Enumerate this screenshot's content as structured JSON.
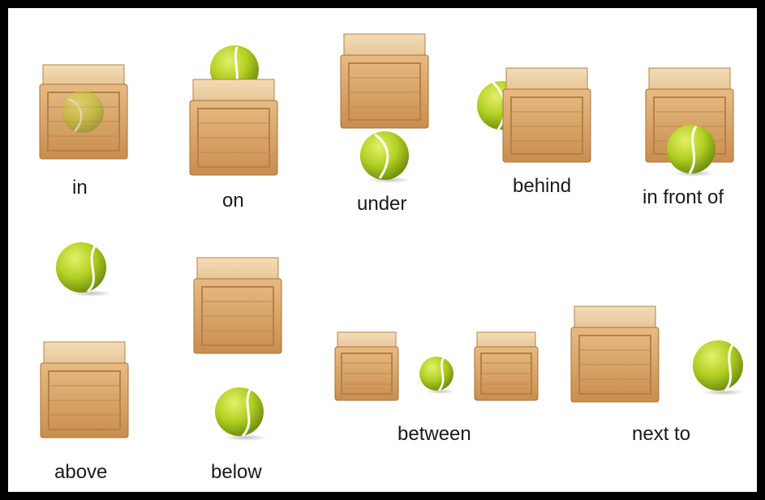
{
  "labels": {
    "in": "in",
    "on": "on",
    "under": "under",
    "behind": "behind",
    "in_front_of": "in front of",
    "above": "above",
    "below": "below",
    "between": "between",
    "next_to": "next to"
  },
  "colors": {
    "crate_wood": "#d9a86c",
    "crate_dark": "#a8713a",
    "ball_green": "#a8c81e",
    "ball_seam": "#ffffff",
    "frame": "#000000"
  }
}
